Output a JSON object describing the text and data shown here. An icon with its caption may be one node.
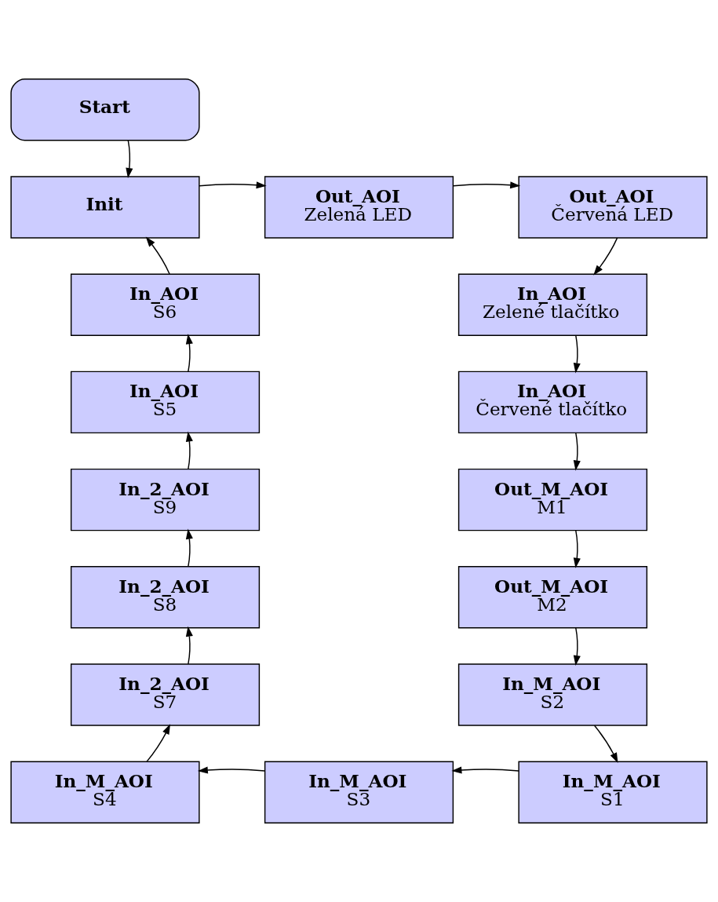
{
  "diagram": {
    "nodes": [
      {
        "text": [
          "Start"
        ]
      },
      {
        "text": [
          "Init"
        ]
      },
      {
        "text": [
          "Out_AOI",
          "Zelená LED"
        ]
      },
      {
        "text": [
          "Out_AOI",
          "Červená LED"
        ]
      },
      {
        "text": [
          "In_AOI",
          "Zelené tlačítko"
        ]
      },
      {
        "text": [
          "In_AOI",
          "Červené tlačítko"
        ]
      },
      {
        "text": [
          "Out_M_AOI",
          "M1"
        ]
      },
      {
        "text": [
          "Out_M_AOI",
          "M2"
        ]
      },
      {
        "text": [
          "In_M_AOI",
          "S2"
        ]
      },
      {
        "text": [
          "In_M_AOI",
          "S1"
        ]
      },
      {
        "text": [
          "In_M_AOI",
          "S3"
        ]
      },
      {
        "text": [
          "In_M_AOI",
          "S4"
        ]
      },
      {
        "text": [
          "In_2_AOI",
          "S7"
        ]
      },
      {
        "text": [
          "In_2_AOI",
          "S8"
        ]
      },
      {
        "text": [
          "In_2_AOI",
          "S9"
        ]
      },
      {
        "text": [
          "In_AOI",
          "S5"
        ]
      },
      {
        "text": [
          "In_AOI",
          "S6"
        ]
      }
    ],
    "edges": [
      {
        "from": 0,
        "to": 1,
        "arrow": "to"
      },
      {
        "from": 1,
        "to": 2,
        "arrow": "to"
      },
      {
        "from": 2,
        "to": 3,
        "arrow": "to"
      },
      {
        "from": 3,
        "to": 4,
        "arrow": "to"
      },
      {
        "from": 4,
        "to": 5,
        "arrow": "to"
      },
      {
        "from": 5,
        "to": 6,
        "arrow": "to"
      },
      {
        "from": 6,
        "to": 7,
        "arrow": "to"
      },
      {
        "from": 7,
        "to": 8,
        "arrow": "to"
      },
      {
        "from": 8,
        "to": 9,
        "arrow": "to"
      },
      {
        "from": 9,
        "to": 10,
        "arrow": "to"
      },
      {
        "from": 10,
        "to": 11,
        "arrow": "to"
      },
      {
        "from": 11,
        "to": 12,
        "arrow": "to"
      },
      {
        "from": 12,
        "to": 13,
        "arrow": "to"
      },
      {
        "from": 13,
        "to": 14,
        "arrow": "to"
      },
      {
        "from": 14,
        "to": 15,
        "arrow": "to"
      },
      {
        "from": 15,
        "to": 16,
        "arrow": "to"
      },
      {
        "from": 16,
        "to": 1,
        "arrow": "to"
      }
    ]
  }
}
